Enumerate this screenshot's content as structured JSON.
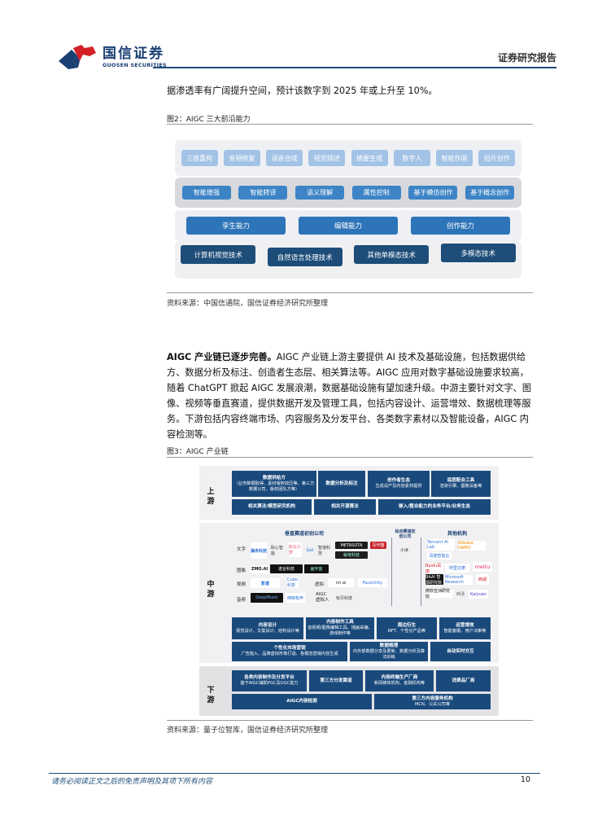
{
  "header": {
    "logo_cn": "国信证券",
    "logo_en": "GUOSEN SECURITIES",
    "report_type": "证券研究报告"
  },
  "intro_paragraph": "据渗透率有广阔提升空间，预计该数字到 2025 年或上升至 10%。",
  "figure2": {
    "title": "图2：AIGC 三大前沿能力",
    "row1": [
      "三维重构",
      "音频修复",
      "语音合成",
      "视觉描述",
      "摘要生成",
      "数字人",
      "智能作画",
      "短片创作"
    ],
    "row2": [
      "智能增强",
      "智能转译",
      "语义理解",
      "属性控制",
      "基于模仿创作",
      "基于概念创作"
    ],
    "row3": [
      "孪生能力",
      "编辑能力",
      "创作能力"
    ],
    "row4": [
      "计算机视觉技术",
      "自然语言处理技术",
      "其他单模态技术",
      "多模态技术"
    ],
    "source": "资料来源：中国信通院，国信证券经济研究所整理"
  },
  "body_paragraph": {
    "lead": "AIGC 产业链已逐步完善。",
    "text": "AIGC 产业链上游主要提供 AI 技术及基础设施，包括数据供给方、数据分析及标注、创造者生态层、相关算法等。AIGC 应用对数字基础设施要求较高，随着 ChatGPT 掀起 AIGC 发展浪潮，数据基础设施有望加速升级。中游主要针对文字、图像、视频等垂直赛道，提供数据开发及管理工具，包括内容设计、运营增效、数据梳理等服务。下游包括内容终端市场、内容服务及分发平台、各类数字素材以及智能设备，AIGC 内容检测等。"
  },
  "figure3": {
    "title": "图3：AIGC 产业链",
    "upstream": {
      "label": "上游",
      "row1": [
        {
          "title": "数据供给方",
          "desc": "（业务数据取得、素材版权收压等、第三方数据公司、版权团队方等）"
        },
        {
          "title": "数据分析及标注",
          "desc": ""
        },
        {
          "title": "创作者生态",
          "desc": "生成设产及内容素材提供"
        },
        {
          "title": "底层配合工具",
          "desc": "渲染引擎、图像设备等"
        }
      ],
      "row2": [
        "相关算法/模型研究机构",
        "相关开源算法",
        "嵌入/整合能力的业务平台/业务生态"
      ]
    },
    "midstream": {
      "label": "中游",
      "vertical_title": "垂直赛道初创公司",
      "integrated_title": "综合赛道初创公司",
      "other_title": "其他机构",
      "categories": [
        "文字",
        "图像",
        "视频",
        "音频",
        "虚拟",
        "AIGC虚拟人"
      ],
      "text_logos": [
        "澜舟科技",
        "聆心智能",
        "彩云小梦",
        "Get",
        "智谱科技",
        "METASOTA",
        "秘塔科技",
        "写作猫"
      ],
      "image_logos": [
        "ZMO.AI",
        "诺言科技",
        "画宇宙"
      ],
      "video_logos": [
        "影谱",
        "Cubo科技",
        "rct ai",
        "FaceUnity"
      ],
      "audio_logos": [
        "DeepMusic",
        "倒映有声",
        "标贝科技"
      ],
      "integrated_logos": [
        "小冰"
      ],
      "other_logos": [
        "Tencent AI Lab",
        "Alibaba DAMO",
        "百度智能云",
        "Baidu百度",
        "阿里达摩",
        "meitu",
        "BAAI 智源研究院",
        "Microsoft Research",
        "西湖",
        "微软亚洲研究院",
        "商汤",
        "Kaiyuan"
      ],
      "row1": [
        {
          "title": "内容设计",
          "desc": "视觉设计、文案设计、结构设计等"
        },
        {
          "title": "内容制作工具",
          "desc": "音视频/图像编辑工具、插画采编、游戏制作等"
        },
        {
          "title": "周边衍生",
          "desc": "NFT、个性化产品等"
        },
        {
          "title": "运营增效",
          "desc": "智能客服、用户决策等"
        }
      ],
      "row2": [
        {
          "title": "个性化市场营销",
          "desc": "广告植入、品牌虚拟形象打造、各模态营销内容生成"
        },
        {
          "title": "数据梳理",
          "desc": "内外部数据分享及更新、数据分析及算法训练"
        },
        {
          "title": "",
          "desc": "自动实时交互"
        }
      ]
    },
    "downstream": {
      "label": "下游",
      "row1": [
        {
          "title": "各类内容制作及分发平台",
          "desc": "基于AIGC辅助PGC及UGC能力"
        },
        {
          "title": "第三方分发渠道",
          "desc": ""
        },
        {
          "title": "内容终端生产厂商",
          "desc": "新闻媒体机构、金融机构等"
        },
        {
          "title": "消费品厂商",
          "desc": ""
        }
      ],
      "row2": [
        {
          "title": "AIGC内容检测",
          "desc": ""
        },
        {
          "title": "第三方内容服务机构",
          "desc": "MCN、公关公司等"
        }
      ]
    },
    "source": "资料来源：量子位智库，国信证券经济研究所整理"
  },
  "footer": {
    "disclaimer": "请务必阅读正文之后的免责声明及其项下所有内容",
    "page_number": "10"
  },
  "colors": {
    "brand_blue": "#1f4e79",
    "brand_red": "#d42027",
    "chip_light": "#a3c3e6",
    "chip_mid": "#3d84c6",
    "chip_dark": "#1d4d78",
    "chain_box": "#1a4a7c"
  }
}
